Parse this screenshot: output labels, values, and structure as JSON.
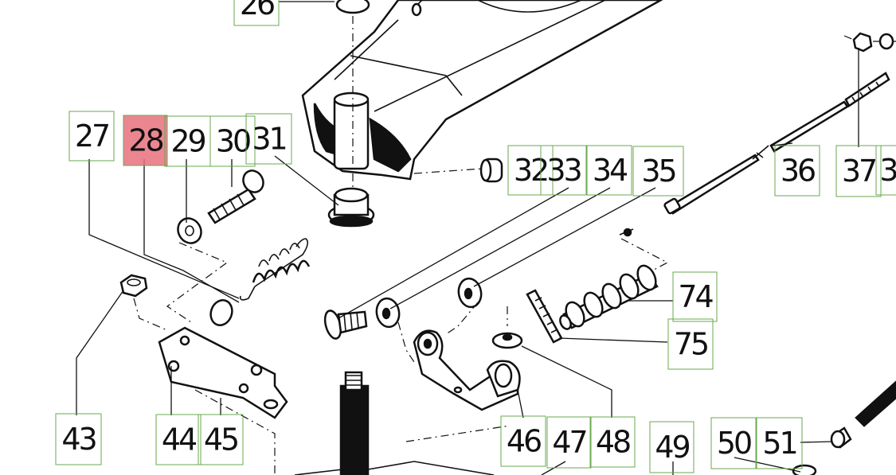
{
  "diagram": {
    "selected_part": "28",
    "highlight_color": "#e8717d",
    "box_color": "#6aa84f"
  },
  "labels": [
    {
      "id": "26",
      "text": "26"
    },
    {
      "id": "27",
      "text": "27"
    },
    {
      "id": "28",
      "text": "28"
    },
    {
      "id": "29",
      "text": "29"
    },
    {
      "id": "30",
      "text": "30"
    },
    {
      "id": "31",
      "text": "31"
    },
    {
      "id": "32",
      "text": "32"
    },
    {
      "id": "33",
      "text": "33"
    },
    {
      "id": "34",
      "text": "34"
    },
    {
      "id": "35",
      "text": "35"
    },
    {
      "id": "36",
      "text": "36"
    },
    {
      "id": "37",
      "text": "37"
    },
    {
      "id": "38",
      "text": "3"
    },
    {
      "id": "74",
      "text": "74"
    },
    {
      "id": "75",
      "text": "75"
    },
    {
      "id": "43",
      "text": "43"
    },
    {
      "id": "44",
      "text": "44"
    },
    {
      "id": "45",
      "text": "45"
    },
    {
      "id": "46",
      "text": "46"
    },
    {
      "id": "47",
      "text": "47"
    },
    {
      "id": "48",
      "text": "48"
    },
    {
      "id": "49",
      "text": "49"
    },
    {
      "id": "50",
      "text": "50"
    },
    {
      "id": "51",
      "text": "51"
    }
  ]
}
